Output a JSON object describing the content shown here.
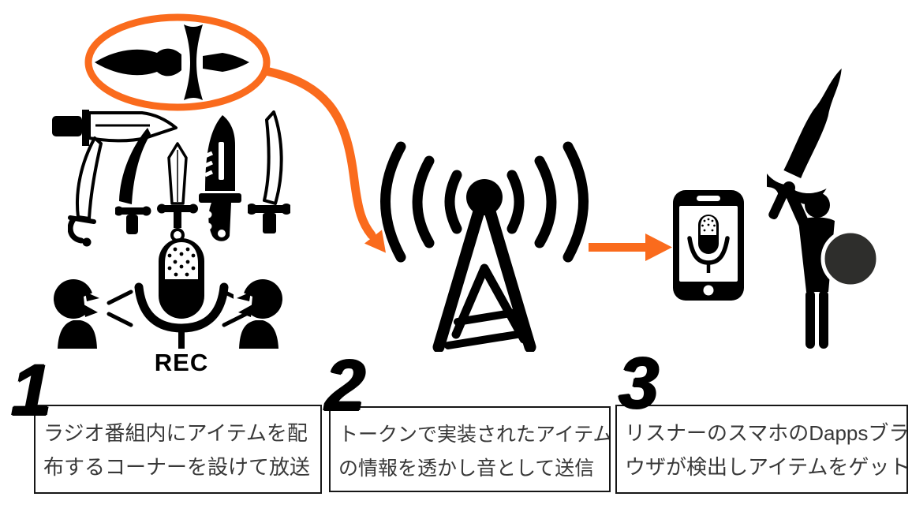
{
  "colors": {
    "background": "#ffffff",
    "ink": "#000000",
    "orange": "#fa6b1d",
    "box_text": "#383838",
    "shield": "#2e2e2c"
  },
  "recorder": {
    "label": "REC"
  },
  "steps": [
    {
      "number": "1",
      "line1": "ラジオ番組内にアイテムを配",
      "line2": "布するコーナーを設けて放送"
    },
    {
      "number": "2",
      "line1": "トークンで実装されたアイテム",
      "line2": "の情報を透かし音として送信"
    },
    {
      "number": "3",
      "line1": "リスナーのスマホのDappsブラ",
      "line2": "ウザが検出しアイテムをゲット"
    }
  ],
  "icons": {
    "highlight_ellipse": "orange-ellipse-highlight",
    "dagger_item": "dagger-item",
    "bayonet_knife": "bayonet-knife",
    "saber_outline": "saber-sword",
    "scimitar_filled": "scimitar-sword",
    "straight_sword": "straight-sword",
    "combat_knife": "combat-knife",
    "curved_sword_outline": "curved-sword",
    "microphone": "studio-microphone",
    "speaker_left": "talking-person-left",
    "speaker_right": "talking-person-right",
    "sound_marks": "speech-sound-marks",
    "radio_tower": "broadcast-tower",
    "curved_arrow": "curved-arrow",
    "straight_arrow": "right-arrow",
    "smartphone": "smartphone-listening",
    "warrior": "warrior-with-sword-and-shield"
  }
}
